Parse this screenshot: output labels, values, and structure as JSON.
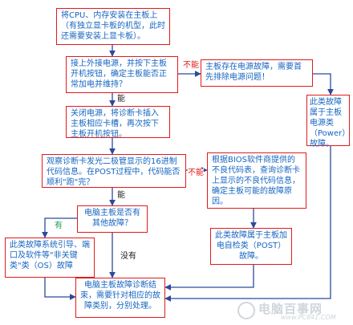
{
  "diagram": {
    "colors": {
      "border": "#e11b1b",
      "text": "#1565c0",
      "arrow": "#2b4a9c",
      "label_red": "#e11b1b",
      "label_green": "#16a34a",
      "label_black": "#222222"
    },
    "boxes": {
      "install": "将CPU、内存安装在主板上（有独立显卡板的机型，此时还需要安装上显卡板）。",
      "power_on": "接上外接电源，并按下主板开机按钮，确定主板能否正常加电并维持？",
      "power_fault": "主板存在电源故障，需要首先排除电源问题！",
      "power_class": "此类故障属于主板电源类（Power）故障。",
      "insert_card": "关闭电源，将诊断卡插入主板相应卡槽，再次按下主板开机按钮。",
      "observe": "观察诊断卡发光二极管显示的16进制代码信息。在POST过程中，代码能否顺利\"跑\"完？",
      "bios_lookup": "根据BIOS软件商提供的不良代码表，查询诊断卡上显示的不良代码信息，确定主板可能的故障原因。",
      "other_fault": "电脑主板是否有其他故障？",
      "post_class": "此类故障属于主板加电自检类（POST）故障。",
      "os_class": "此类故障系统引导、端口及软件等\"非关键类\"类（OS）故障",
      "end": "电脑主板故障诊断结束，需要针对相应的故障类别，分别处理。"
    },
    "labels": {
      "no1": "不能",
      "can1": "能",
      "no2": "不能",
      "can2": "能",
      "yes": "有",
      "none": "没有"
    }
  },
  "watermark": {
    "text": "电脑百事网",
    "url": "www.PC841.COM"
  }
}
